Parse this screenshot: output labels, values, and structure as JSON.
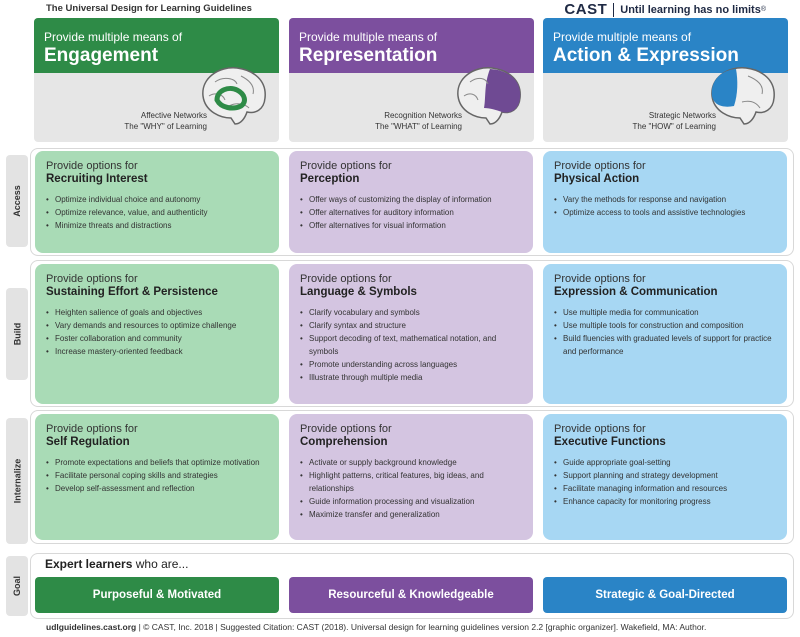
{
  "doc_title": "The Universal Design for Learning Guidelines",
  "logo": {
    "name": "CAST",
    "tagline": "Until learning has no limits",
    "tm": "®"
  },
  "colors": {
    "green": "#2e8b47",
    "purple": "#7c4f9e",
    "blue": "#2a84c6"
  },
  "columns": [
    {
      "pre": "Provide multiple means of",
      "title": "Engagement",
      "network": "Affective Networks",
      "why": "The \"WHY\" of Learning",
      "brain_icon": "brain-affective-icon"
    },
    {
      "pre": "Provide multiple means of",
      "title": "Representation",
      "network": "Recognition Networks",
      "why": "The \"WHAT\" of Learning",
      "brain_icon": "brain-recognition-icon"
    },
    {
      "pre": "Provide multiple means of",
      "title": "Action & Expression",
      "network": "Strategic Networks",
      "why": "The \"HOW\" of Learning",
      "brain_icon": "brain-strategic-icon"
    }
  ],
  "rows": [
    {
      "label": "Access",
      "cells": [
        {
          "pre": "Provide options for",
          "title": "Recruiting Interest",
          "items": [
            "Optimize individual choice and autonomy",
            "Optimize relevance, value, and authenticity",
            "Minimize threats and distractions"
          ]
        },
        {
          "pre": "Provide options for",
          "title": "Perception",
          "items": [
            "Offer ways of customizing the display of information",
            "Offer alternatives for auditory information",
            "Offer alternatives for visual information"
          ]
        },
        {
          "pre": "Provide options for",
          "title": "Physical Action",
          "items": [
            "Vary the methods for response and navigation",
            "Optimize access to tools and assistive technologies"
          ]
        }
      ]
    },
    {
      "label": "Build",
      "cells": [
        {
          "pre": "Provide options for",
          "title": "Sustaining Effort & Persistence",
          "items": [
            "Heighten salience of goals and objectives",
            "Vary demands and resources to optimize challenge",
            "Foster collaboration and community",
            "Increase mastery-oriented feedback"
          ]
        },
        {
          "pre": "Provide options for",
          "title": "Language & Symbols",
          "items": [
            "Clarify vocabulary and symbols",
            "Clarify syntax and structure",
            "Support decoding of text, mathematical notation, and symbols",
            "Promote understanding across languages",
            "Illustrate through multiple media"
          ]
        },
        {
          "pre": "Provide options for",
          "title": "Expression & Communication",
          "items": [
            "Use multiple media for communication",
            "Use multiple tools for construction and composition",
            "Build fluencies with graduated levels of support for practice and performance"
          ]
        }
      ]
    },
    {
      "label": "Internalize",
      "cells": [
        {
          "pre": "Provide options for",
          "title": "Self Regulation",
          "items": [
            "Promote expectations and beliefs that optimize motivation",
            "Facilitate personal coping skills and strategies",
            "Develop self-assessment and reflection"
          ]
        },
        {
          "pre": "Provide options for",
          "title": "Comprehension",
          "items": [
            "Activate or supply background knowledge",
            "Highlight patterns, critical features, big ideas, and relationships",
            "Guide information processing and visualization",
            "Maximize transfer and generalization"
          ]
        },
        {
          "pre": "Provide options for",
          "title": "Executive Functions",
          "items": [
            "Guide appropriate goal-setting",
            "Support planning and strategy development",
            "Facilitate managing information and resources",
            "Enhance capacity for monitoring progress"
          ]
        }
      ]
    }
  ],
  "goal": {
    "label": "Goal",
    "heading_bold": "Expert learners",
    "heading_rest": " who are...",
    "outcomes": [
      "Purposeful & Motivated",
      "Resourceful & Knowledgeable",
      "Strategic & Goal-Directed"
    ]
  },
  "footer": {
    "site": "udlguidelines.cast.org",
    "copyright": " | © CAST, Inc. 2018 | Suggested Citation: CAST (2018). Universal design for learning guidelines version 2.2 [graphic organizer]. Wakefield, MA: Author."
  }
}
